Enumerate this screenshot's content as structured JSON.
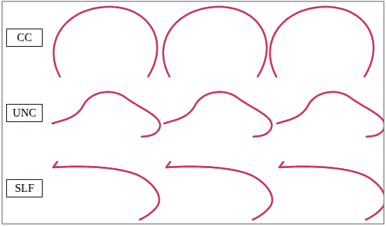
{
  "diagram": {
    "nodes": [
      {
        "text": [
          "CC"
        ]
      },
      {
        "text": [
          "UNC"
        ]
      },
      {
        "text": [
          "SLF"
        ]
      }
    ]
  }
}
